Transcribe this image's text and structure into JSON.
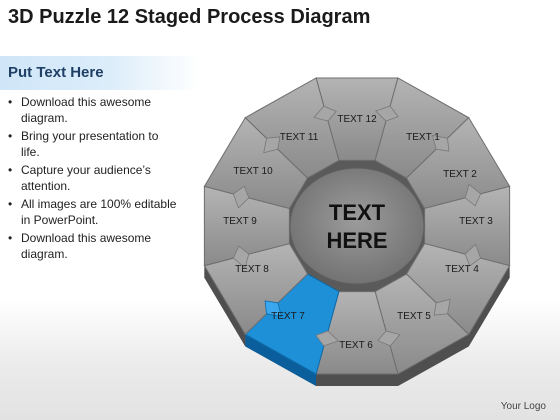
{
  "page": {
    "title": "3D Puzzle 12 Staged Process Diagram",
    "subheading": "Put Text Here",
    "bullets": [
      "Download this awesome diagram.",
      "Bring your presentation to life.",
      "Capture your audience’s attention.",
      "All images are 100% editable in PowerPoint.",
      "Download this awesome diagram."
    ],
    "logo": "Your Logo"
  },
  "diagram": {
    "center_text_line1": "TEXT",
    "center_text_line2": "HERE",
    "segments": [
      {
        "label": "TEXT 12"
      },
      {
        "label": "TEXT 1"
      },
      {
        "label": "TEXT 2"
      },
      {
        "label": "TEXT 3"
      },
      {
        "label": "TEXT 4"
      },
      {
        "label": "TEXT 5"
      },
      {
        "label": "TEXT 6"
      },
      {
        "label": "TEXT 7",
        "highlighted": true
      },
      {
        "label": "TEXT 8"
      },
      {
        "label": "TEXT 9"
      },
      {
        "label": "TEXT 10"
      },
      {
        "label": "TEXT 11"
      }
    ],
    "colors": {
      "segment": "#9a9a9a",
      "segment_edge": "#6e6e6e",
      "highlight": "#1e90d8",
      "center": "#808080"
    }
  }
}
